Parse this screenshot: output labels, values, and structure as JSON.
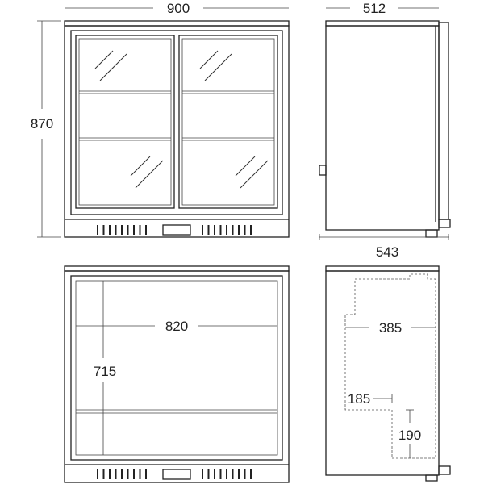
{
  "dimensions": {
    "width": "900",
    "height": "870",
    "depth": "512",
    "depth_with_handle": "543",
    "interior_width": "820",
    "interior_height": "715",
    "step_depth": "385",
    "step_width": "185",
    "step_height": "190"
  },
  "colors": {
    "line": "#222222",
    "background": "#ffffff"
  }
}
